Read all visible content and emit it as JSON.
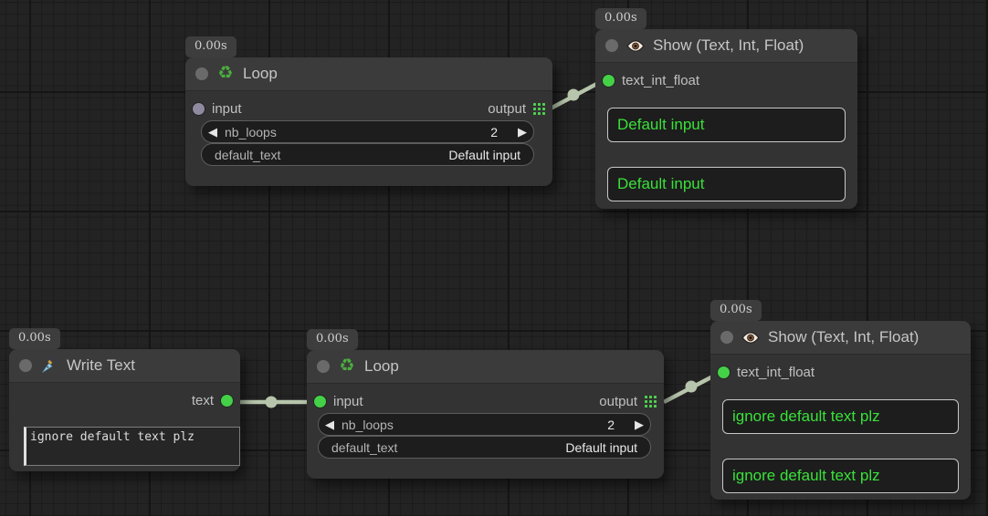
{
  "nodes": [
    {
      "id": "loop-top",
      "badge": "0.00s",
      "title": "Loop",
      "icon": "recycle-icon",
      "inputs": [
        {
          "label": "input",
          "connected": false
        }
      ],
      "outputs": [
        {
          "label": "output",
          "connected": true
        }
      ],
      "widgets": [
        {
          "type": "number",
          "label": "nb_loops",
          "value": "2"
        },
        {
          "type": "text",
          "label": "default_text",
          "value": "Default input"
        }
      ]
    },
    {
      "id": "show-top",
      "badge": "0.00s",
      "title": "Show (Text, Int, Float)",
      "icon": "eye-icon",
      "inputs": [
        {
          "label": "text_int_float",
          "connected": true
        }
      ],
      "boxes": [
        "Default input",
        "Default input"
      ]
    },
    {
      "id": "write-text",
      "badge": "0.00s",
      "title": "Write Text",
      "icon": "pen-icon",
      "outputs": [
        {
          "label": "text",
          "connected": true
        }
      ],
      "textarea": "ignore default text plz"
    },
    {
      "id": "loop-bottom",
      "badge": "0.00s",
      "title": "Loop",
      "icon": "recycle-icon",
      "inputs": [
        {
          "label": "input",
          "connected": true
        }
      ],
      "outputs": [
        {
          "label": "output",
          "connected": true
        }
      ],
      "widgets": [
        {
          "type": "number",
          "label": "nb_loops",
          "value": "2"
        },
        {
          "type": "text",
          "label": "default_text",
          "value": "Default input"
        }
      ]
    },
    {
      "id": "show-bottom",
      "badge": "0.00s",
      "title": "Show (Text, Int, Float)",
      "icon": "eye-icon",
      "inputs": [
        {
          "label": "text_int_float",
          "connected": true
        }
      ],
      "boxes": [
        "ignore default text plz",
        "ignore default text plz"
      ]
    }
  ],
  "links": [
    {
      "from": "loop-top.output",
      "to": "show-top.text_int_float"
    },
    {
      "from": "write-text.text",
      "to": "loop-bottom.input"
    },
    {
      "from": "loop-bottom.output",
      "to": "show-bottom.text_int_float"
    }
  ],
  "colors": {
    "link": "#b6c5ab",
    "port_connected": "#44d147",
    "port_unconnected": "#908aa0",
    "value_text_green": "#3ae03a",
    "grid_icon_green": "#4ed34e"
  }
}
